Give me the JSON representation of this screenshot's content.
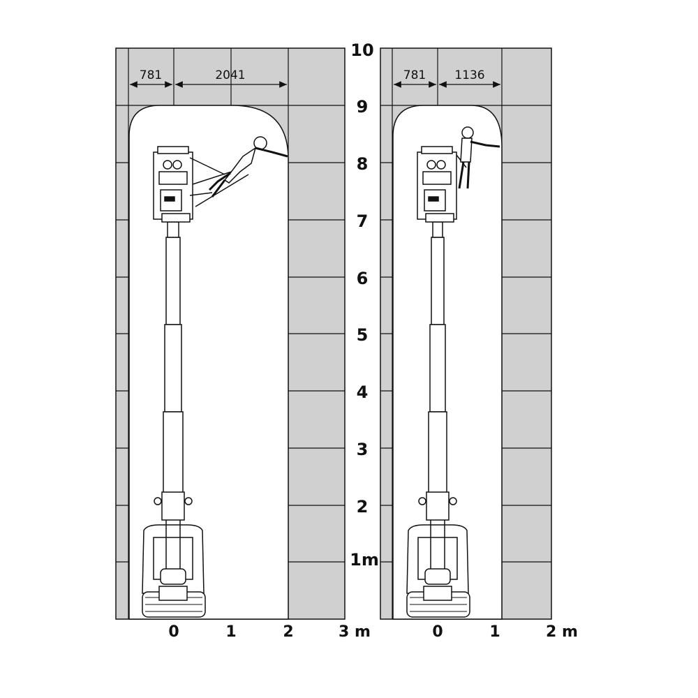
{
  "colors": {
    "shade": "#d0d0d0",
    "stroke": "#111111",
    "white": "#ffffff"
  },
  "y_axis": {
    "labels": [
      "10",
      "9",
      "8",
      "7",
      "6",
      "5",
      "4",
      "3",
      "2",
      "1m"
    ]
  },
  "left_diagram": {
    "dim_left": "781",
    "dim_right": "2041",
    "x_labels": [
      "0",
      "1",
      "2",
      "3 m"
    ]
  },
  "right_diagram": {
    "dim_left": "781",
    "dim_right": "1136",
    "x_labels": [
      "0",
      "1",
      "2 m"
    ]
  }
}
